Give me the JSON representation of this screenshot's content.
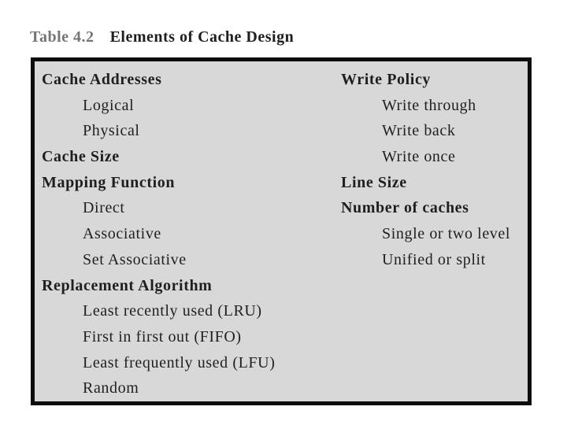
{
  "caption": {
    "label": "Table 4.2",
    "title": "Elements of Cache Design"
  },
  "columns": {
    "left": [
      {
        "text": "Cache Addresses",
        "style": "header"
      },
      {
        "text": "Logical",
        "style": "item"
      },
      {
        "text": "Physical",
        "style": "item"
      },
      {
        "text": "Cache Size",
        "style": "header"
      },
      {
        "text": "Mapping Function",
        "style": "header"
      },
      {
        "text": "Direct",
        "style": "item"
      },
      {
        "text": "Associative",
        "style": "item"
      },
      {
        "text": "Set Associative",
        "style": "item"
      },
      {
        "text": "Replacement Algorithm",
        "style": "header"
      },
      {
        "text": "Least recently used (LRU)",
        "style": "item"
      },
      {
        "text": "First in first out (FIFO)",
        "style": "item"
      },
      {
        "text": "Least frequently used (LFU)",
        "style": "item"
      },
      {
        "text": "Random",
        "style": "item"
      }
    ],
    "right": [
      {
        "text": "Write Policy",
        "style": "header"
      },
      {
        "text": "Write through",
        "style": "item"
      },
      {
        "text": "Write back",
        "style": "item"
      },
      {
        "text": "Write once",
        "style": "item"
      },
      {
        "text": "Line Size",
        "style": "header"
      },
      {
        "text": "Number of caches",
        "style": "header"
      },
      {
        "text": "Single or two level",
        "style": "item"
      },
      {
        "text": "Unified or split",
        "style": "item"
      }
    ]
  },
  "colors": {
    "page_background": "#ffffff",
    "box_background": "#d8d8d8",
    "box_border": "#0c0c0c",
    "caption_number": "#757575",
    "text": "#1f1f1f"
  }
}
